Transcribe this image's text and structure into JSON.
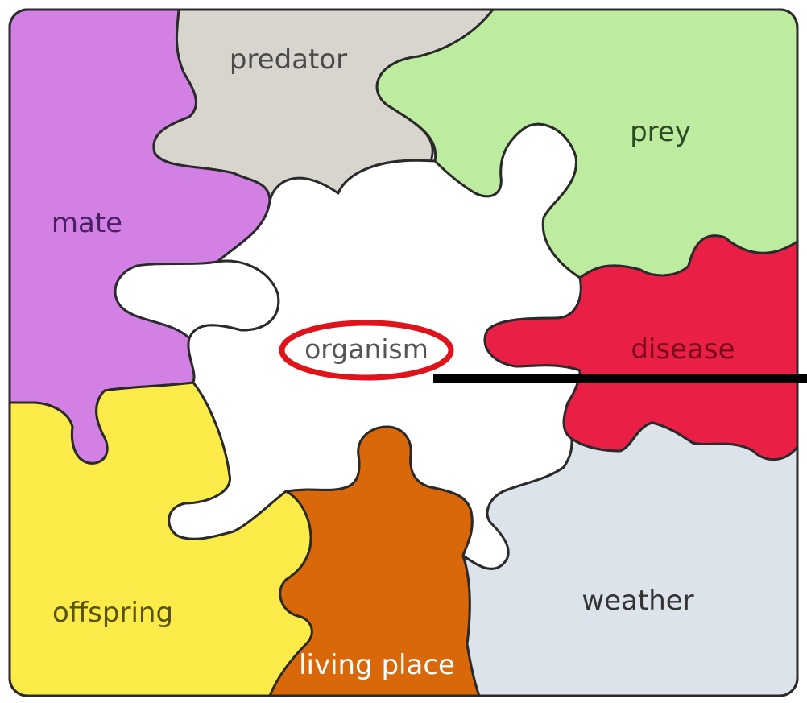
{
  "diagram": {
    "pieces": {
      "center": {
        "label": "organism",
        "color": "#ffffff",
        "text_color": "#555555"
      },
      "predator": {
        "label": "predator",
        "color": "#d7d5ce",
        "text_color": "#4a4a4a"
      },
      "prey": {
        "label": "prey",
        "color": "#bdeca0",
        "text_color": "#2d4a22"
      },
      "mate": {
        "label": "mate",
        "color": "#d280e3",
        "text_color": "#4a1f63"
      },
      "disease": {
        "label": "disease",
        "color": "#e91f46",
        "text_color": "#7a0a1e"
      },
      "offspring": {
        "label": "offspring",
        "color": "#fdeb4a",
        "text_color": "#5a5200"
      },
      "living": {
        "label": "living place",
        "color": "#d8680a",
        "text_color": "#ffffff"
      },
      "weather": {
        "label": "weather",
        "color": "#dde3ea",
        "text_color": "#333333"
      }
    },
    "highlight": {
      "target": "organism",
      "color": "#e0121a"
    },
    "pointer_line": {
      "color": "#000000"
    }
  }
}
